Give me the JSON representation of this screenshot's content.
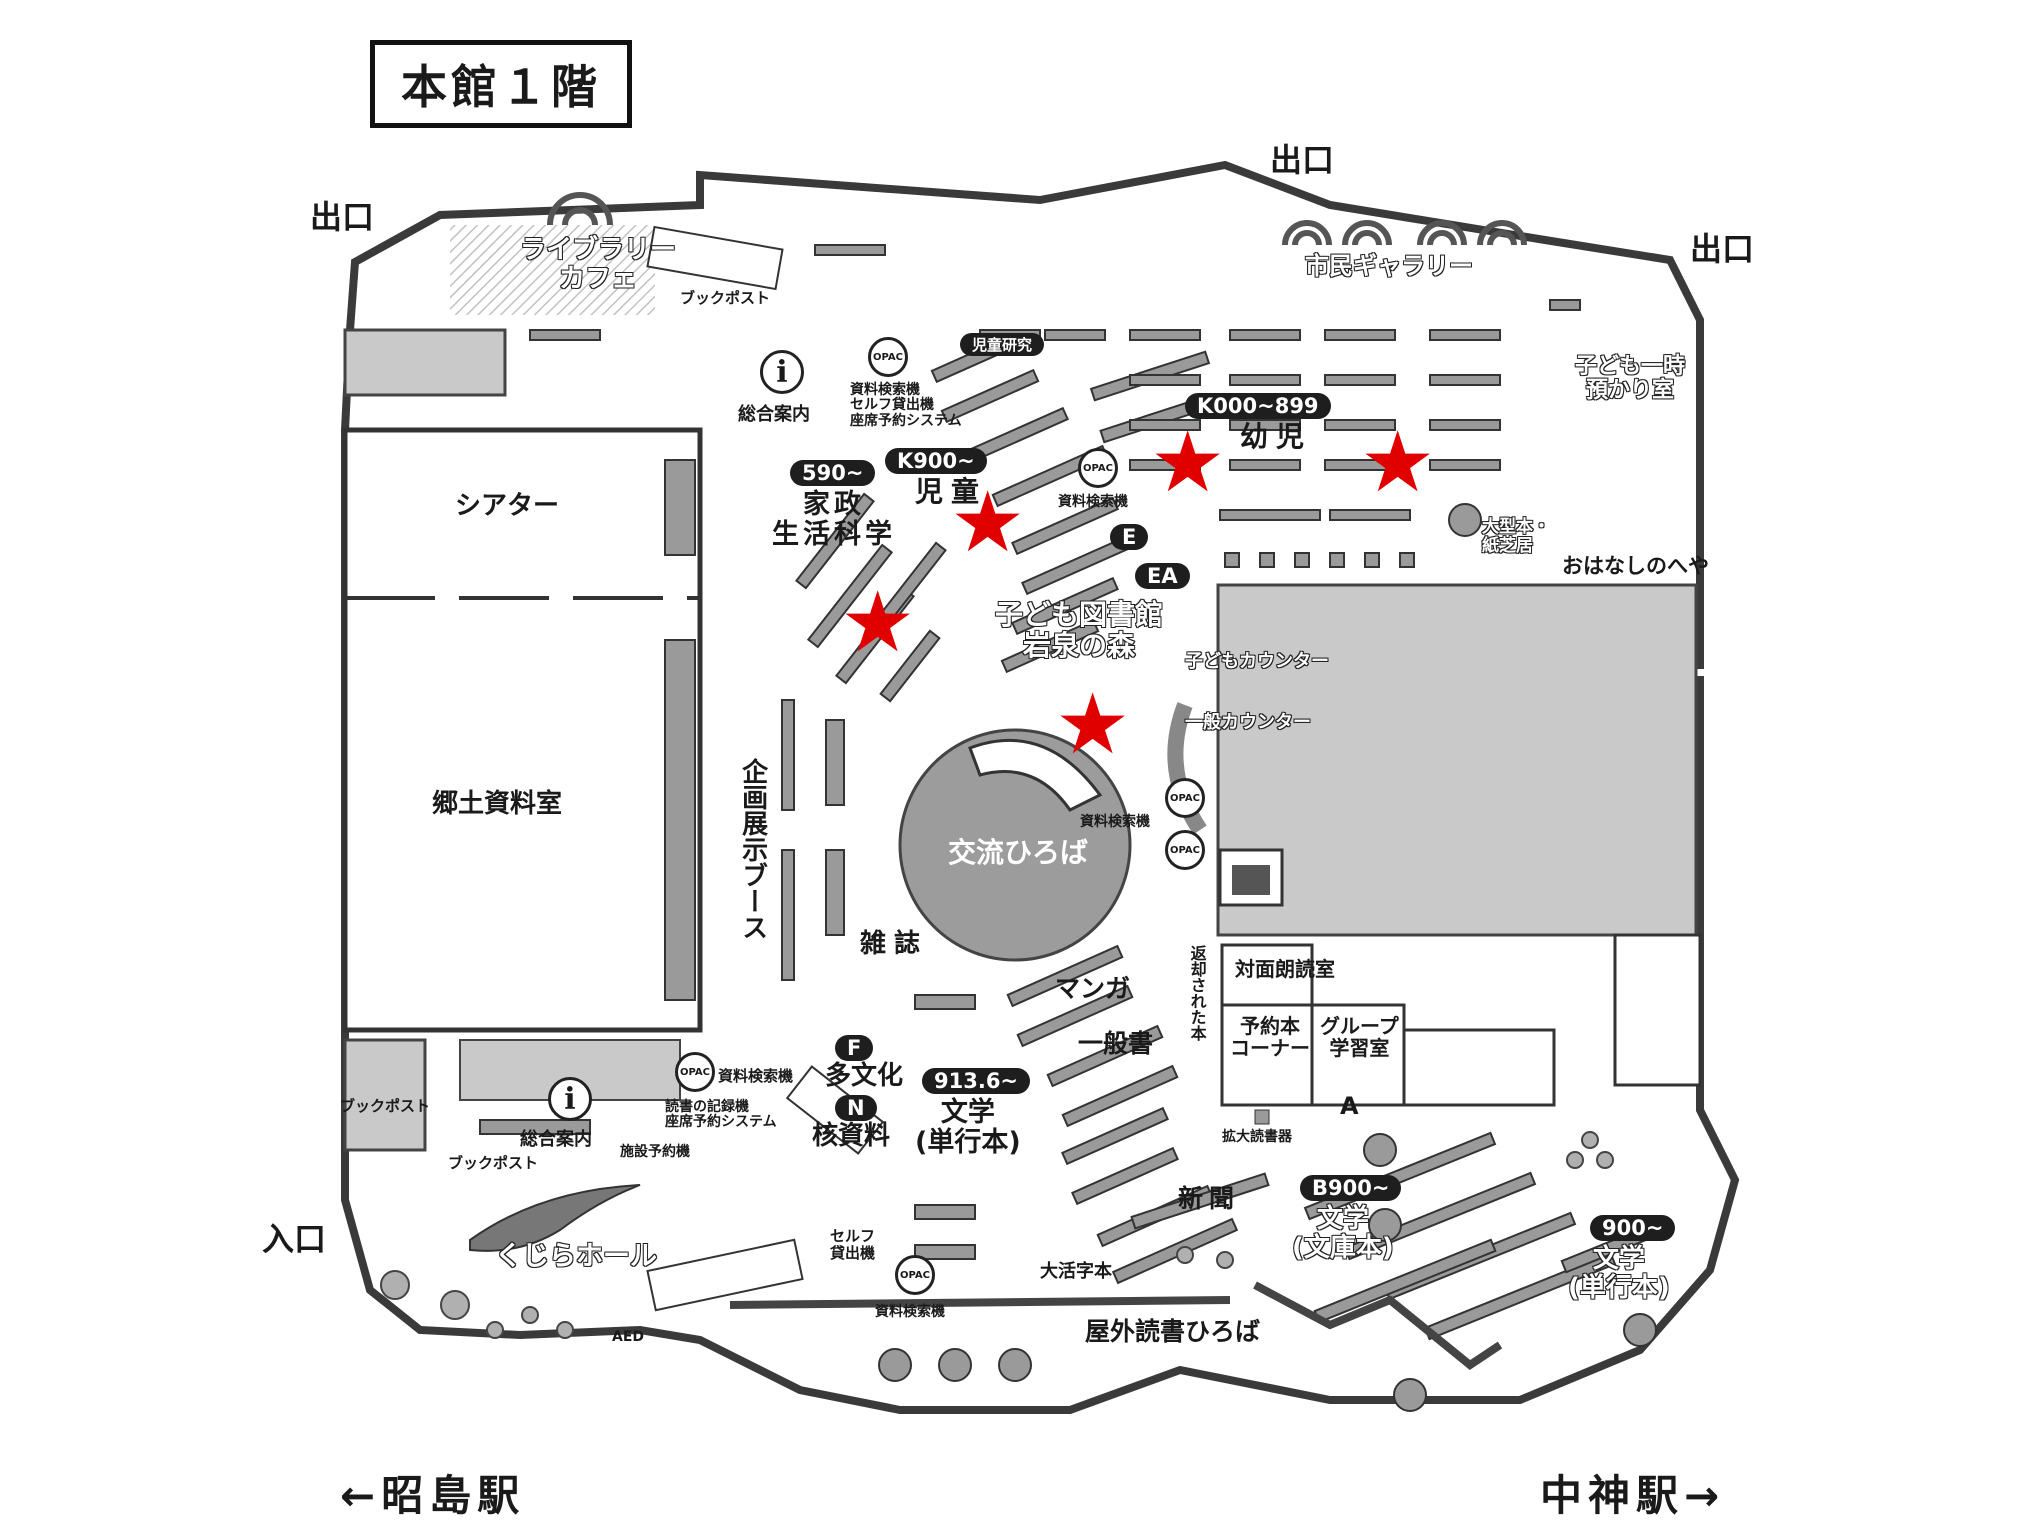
{
  "floor_title": "本館１階",
  "exits": [
    "出口",
    "出口",
    "出口"
  ],
  "entrance": "入口",
  "stations": {
    "left": "昭島駅",
    "right": "中神駅"
  },
  "rooms": {
    "cafe": "ライブラリー\nカフェ",
    "gallery": "市民ギャラリー",
    "childcare": "子ども一時\n預かり室",
    "theater": "シアター",
    "local_archive": "郷土資料室",
    "exhibition_booth": "企画展示ブース",
    "children_library": "子ども図書館\n岩泉の森",
    "plaza": "交流ひろば",
    "storytelling_room": "おはなしのへや",
    "large_books": "大型本・\n紙芝居",
    "reading_room": "対面朗読室",
    "reserve_corner": "予約本\nコーナー",
    "group_room": "グループ\n学習室",
    "whale_hall": "くじらホール",
    "outdoor_plaza": "屋外読書ひろば",
    "returned_books": "返却された本"
  },
  "counters": {
    "general_info_top": "総合案内",
    "general_info_bottom": "総合案内",
    "kids_counter": "子どもカウンター",
    "general_counter": "一般カウンター"
  },
  "services": {
    "book_post_top": "ブックポスト",
    "book_post_left": "ブックポスト",
    "book_post_bottom": "ブックポスト",
    "opac_label": "OPAC",
    "opac_top_desc": "資料検索機\nセルフ貸出機\n座席予約システム",
    "search_kiosk": "資料検索機",
    "search_kiosk_2": "資料検索機",
    "search_kiosk_3": "資料検索機",
    "search_kiosk_4": "資料検索機",
    "reading_record": "読書の記録機\n座席予約システム",
    "facility_booking": "施設予約機",
    "self_checkout": "セルフ\n貸出機",
    "magnifier": "拡大読書器",
    "aed": "AED"
  },
  "sections": {
    "children_research": "児童研究",
    "k000": "K000~899",
    "infants": "幼児",
    "k900": "K900~",
    "children": "児童",
    "s590": "590~",
    "home_ec": "家政\n生活科学",
    "e": "E",
    "ea": "EA",
    "magazines": "雑誌",
    "manga": "マンガ",
    "general_books": "一般書",
    "f": "F",
    "multicultural": "多文化",
    "n": "N",
    "nuclear": "核資料",
    "s9136": "913.6~",
    "lit_hardcover": "文学\n(単行本)",
    "newspapers": "新聞",
    "large_print": "大活字本",
    "b900": "B900~",
    "lit_bunko": "文学\n(文庫本)",
    "s900": "900~",
    "lit_hardcover_2": "文学\n(単行本)",
    "a_marker": "A"
  },
  "colors": {
    "star": "#e10000",
    "wall": "#4a4a4a",
    "floor_gray": "#c9c9c9",
    "shelf": "#9a9a9a"
  },
  "star_count": 5
}
